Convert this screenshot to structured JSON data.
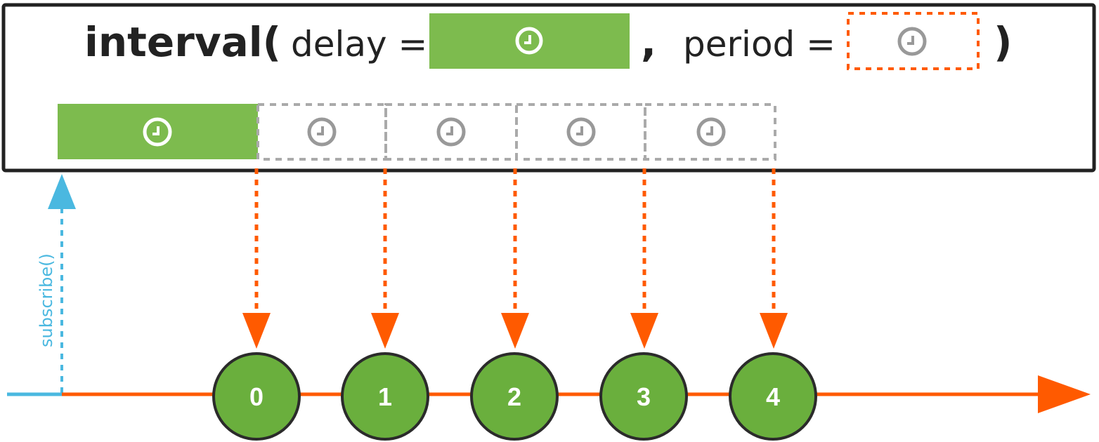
{
  "signature": {
    "name": "interval(",
    "delay_param": "delay =",
    "separator": ",",
    "period_param": "period =",
    "close": ")"
  },
  "subscribe_label": "subscribe()",
  "emissions": [
    {
      "label": "0"
    },
    {
      "label": "1"
    },
    {
      "label": "2"
    },
    {
      "label": "3"
    },
    {
      "label": "4"
    }
  ],
  "colors": {
    "timeline": "#ff5a00",
    "delay_fill": "#7dbb4e",
    "period_outline": "#aaaaaa",
    "period_outline_accent": "#ff5a00",
    "emission_fill": "#6aaf3d",
    "emission_stroke": "#2b2b2b",
    "subscribe": "#4ab8e0",
    "clock_white": "#ffffff",
    "clock_gray": "#999999",
    "box_border": "#222222"
  },
  "icons": {
    "timer": "clock-icon"
  }
}
